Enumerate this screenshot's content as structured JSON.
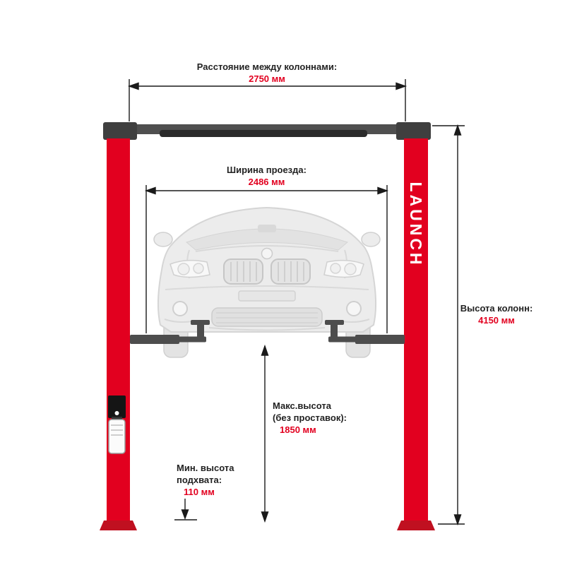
{
  "brand": {
    "name": "LAUNCH"
  },
  "colors": {
    "column_red": "#e2001f",
    "base_red": "#c01020",
    "beam_gray": "#4a4a4a",
    "strip_dark": "#2b2b2b",
    "car_gray": "#ececec",
    "value_red": "#e2001f",
    "text_dark": "#222222"
  },
  "dims": {
    "column_distance": {
      "label": "Расстояние между колоннами:",
      "value": "2750 мм"
    },
    "drive_width": {
      "label": "Ширина проезда:",
      "value": "2486 мм"
    },
    "column_height": {
      "label": "Высота колонн:",
      "value": "4150 мм"
    },
    "max_height": {
      "label_line1": "Макс.высота",
      "label_line2": "(без проставок):",
      "value": "1850 мм"
    },
    "min_pickup": {
      "label_line1": "Мин. высота",
      "label_line2": "подхвата:",
      "value": "110 мм"
    }
  }
}
